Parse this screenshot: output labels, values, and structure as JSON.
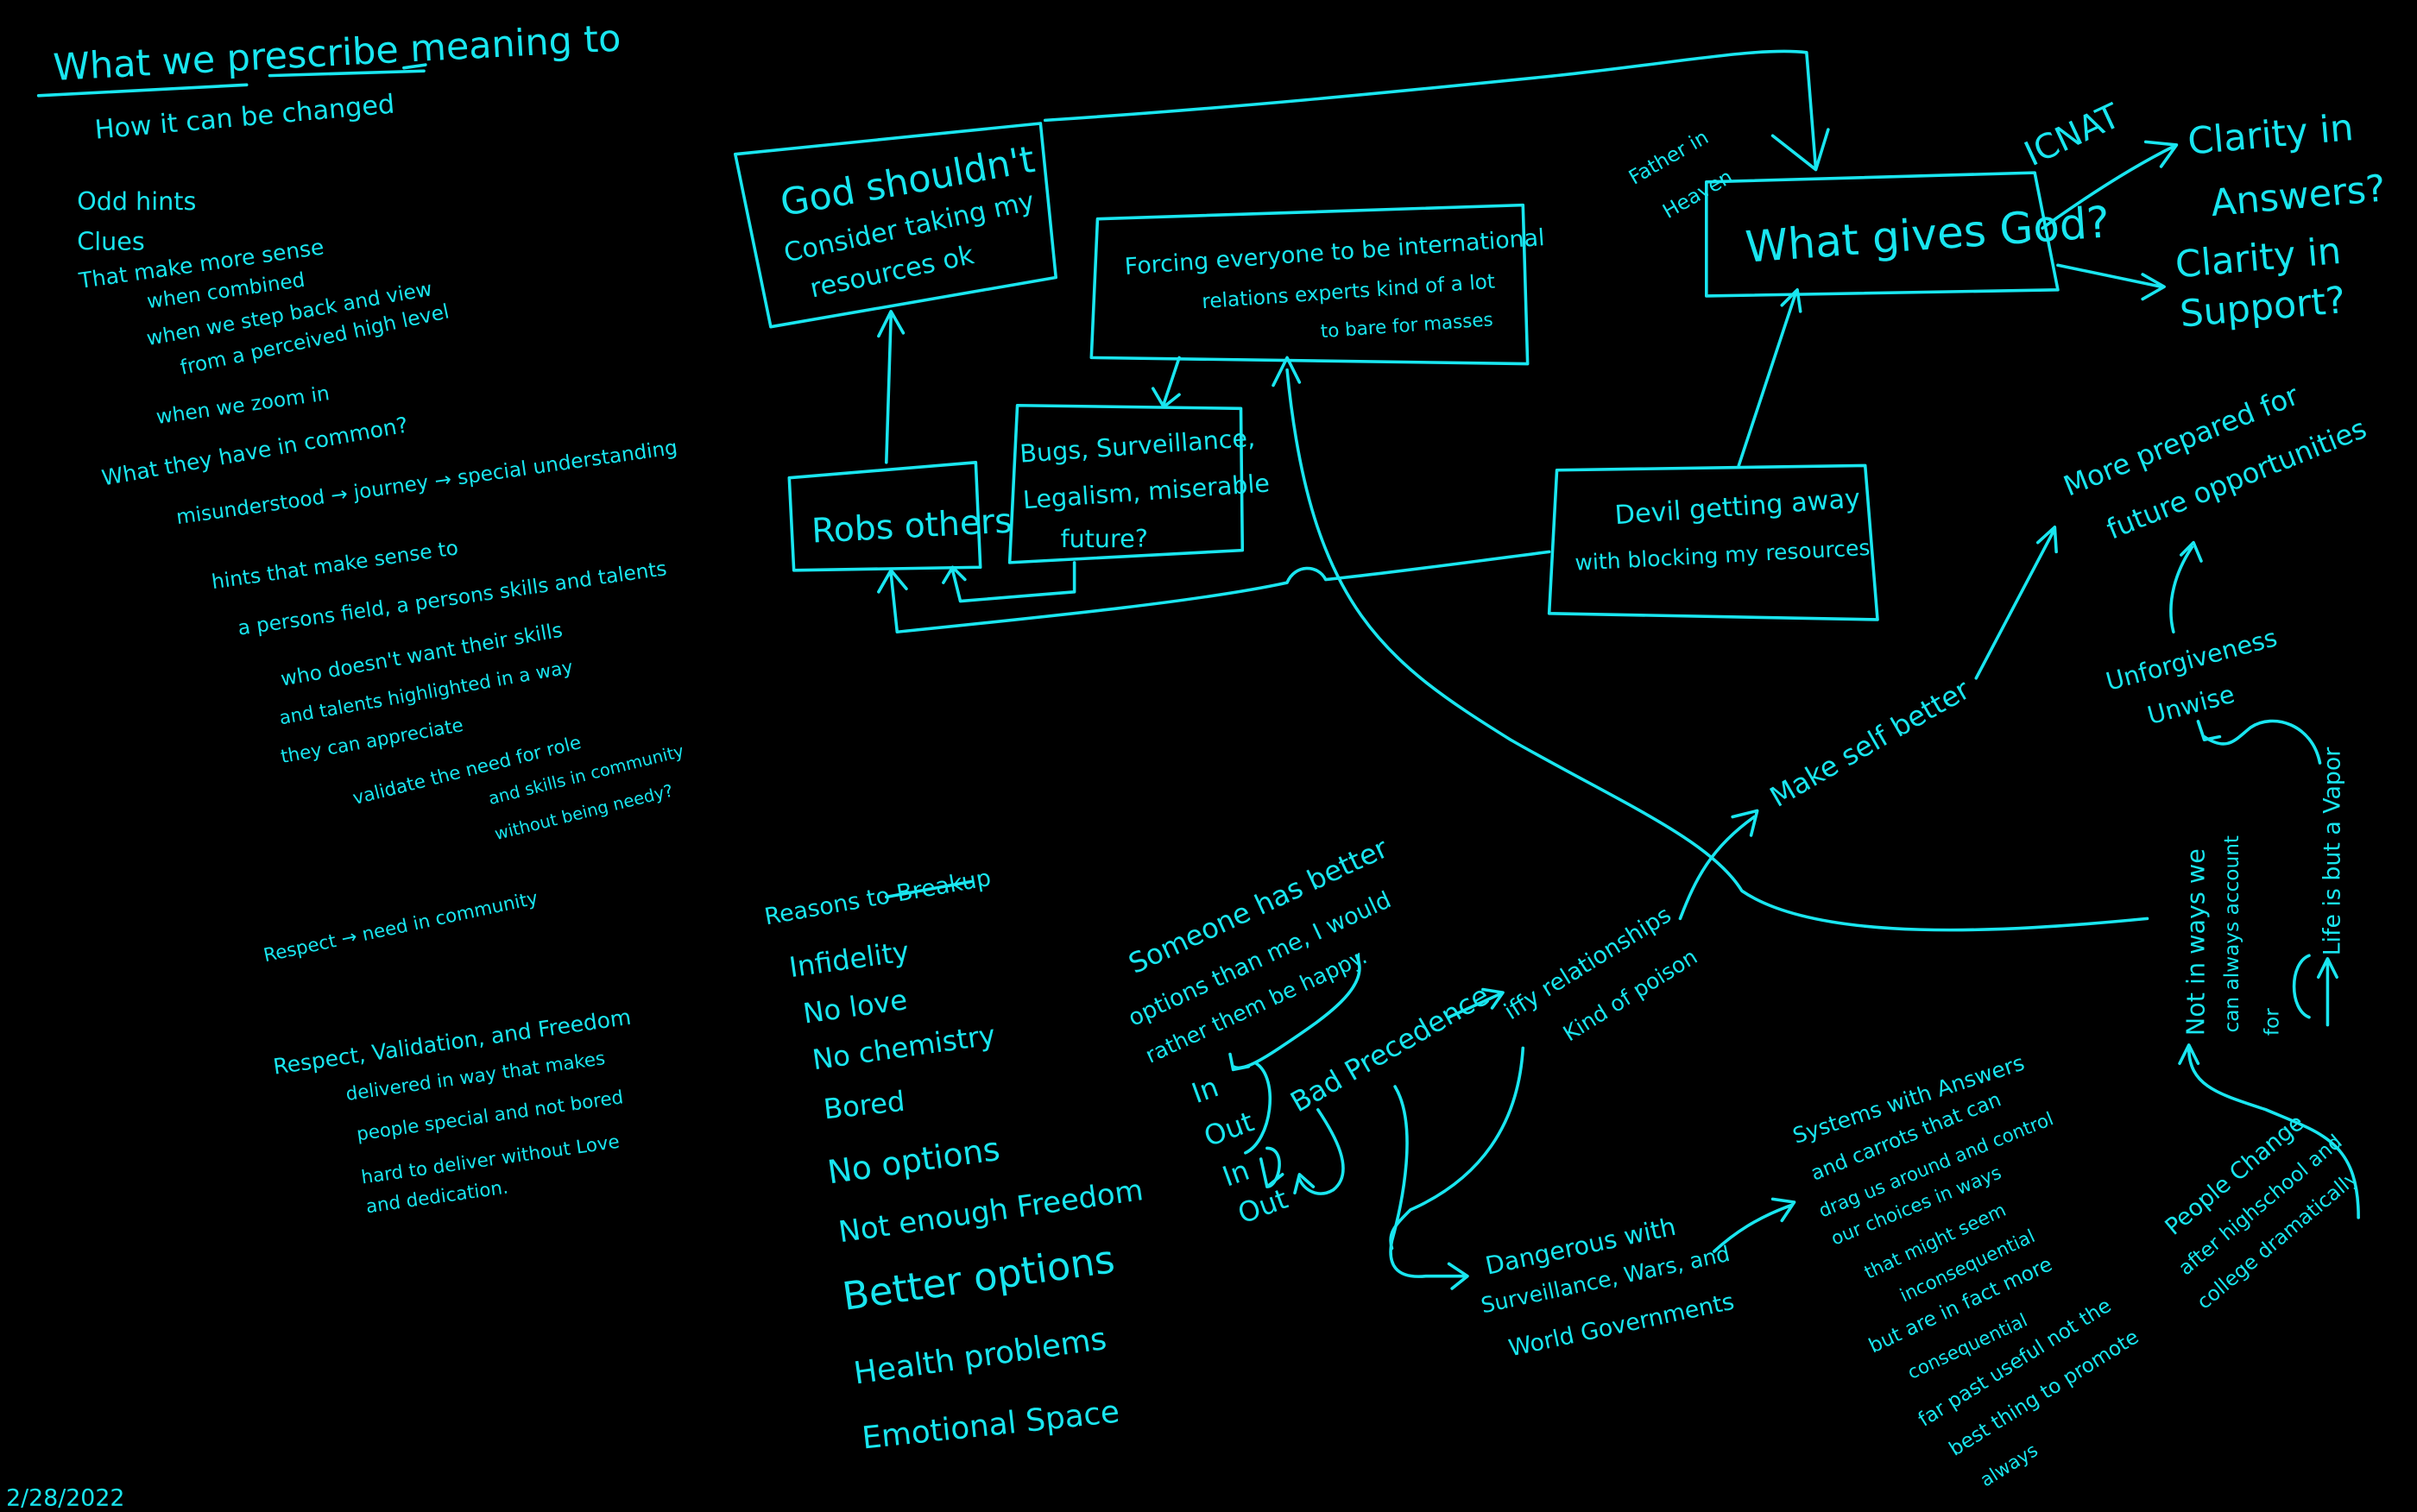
{
  "ink_color": "#19e6f0",
  "background": "#000000",
  "left": {
    "title": "What we prescribe meaning to",
    "subtitle": "How it can be changed",
    "lines": [
      "Odd hints",
      "Clues",
      "That make more sense",
      "when combined",
      "when we step back and view",
      "from a perceived high level",
      "when we zoom in",
      "What they have in common?",
      "misunderstood → journey → special understanding",
      "hints that make sense to",
      "a persons field, a persons skills and talents",
      "who doesn't want their skills",
      "and talents highlighted in a way",
      "they can appreciate",
      "validate the need for role",
      "and skills in community",
      "without being needy?",
      "Respect → need in community",
      "Respect, Validation, and Freedom",
      "delivered in way that makes",
      "people special and not bored",
      "hard to deliver without Love",
      "and dedication."
    ],
    "date": "2/28/2022"
  },
  "reasons": {
    "heading": "Reasons to Breakup",
    "items": [
      "Infidelity",
      "No love",
      "No chemistry",
      "Bored",
      "No options",
      "Not enough Freedom",
      "Better options",
      "Health problems",
      "Emotional Space"
    ]
  },
  "boxes": {
    "god_shouldnt": [
      "God shouldn't",
      "Consider taking my",
      "resources ok"
    ],
    "forcing": [
      "Forcing everyone to be international",
      "relations experts kind of a lot",
      "to bare for masses"
    ],
    "bugs": [
      "Bugs, Surveillance,",
      "Legalism, miserable",
      "future?"
    ],
    "robs": [
      "Robs others"
    ],
    "devil": [
      "Devil getting away",
      "with blocking my resources"
    ],
    "what_gives": [
      "What gives God?"
    ]
  },
  "right": {
    "father": [
      "Father in",
      "Heaven"
    ],
    "icnat": "ICNAT",
    "clarity_answers": [
      "Clarity in",
      "Answers?"
    ],
    "clarity_support": [
      "Clarity in",
      "Support?"
    ],
    "more_prepared": [
      "More prepared for",
      "future opportunities"
    ],
    "unforgiveness": [
      "Unforgiveness",
      "Unwise"
    ],
    "make_self_better": "Make self better",
    "not_in_ways": [
      "Not in ways we",
      "can always account",
      "for"
    ],
    "life_vapor": "Life is but a Vapor",
    "people_change": [
      "People Change",
      "after highschool and",
      "college dramatically"
    ]
  },
  "bottom": {
    "someone": [
      "Someone has better",
      "options than me, I would",
      "rather them be happy."
    ],
    "in_out": [
      "In",
      "Out",
      "In",
      "Out"
    ],
    "bad_precedence": "Bad Precedence",
    "iffy": [
      "iffy relationships",
      "Kind of poison"
    ],
    "dangerous": [
      "Dangerous with",
      "Surveillance, Wars, and",
      "World Governments"
    ],
    "systems": [
      "Systems with Answers",
      "and carrots that can",
      "drag us around and control",
      "our choices in ways",
      "that might seem",
      "inconsequential",
      "but are in fact more",
      "consequential",
      "far past useful not the",
      "best thing to promote",
      "always"
    ]
  }
}
